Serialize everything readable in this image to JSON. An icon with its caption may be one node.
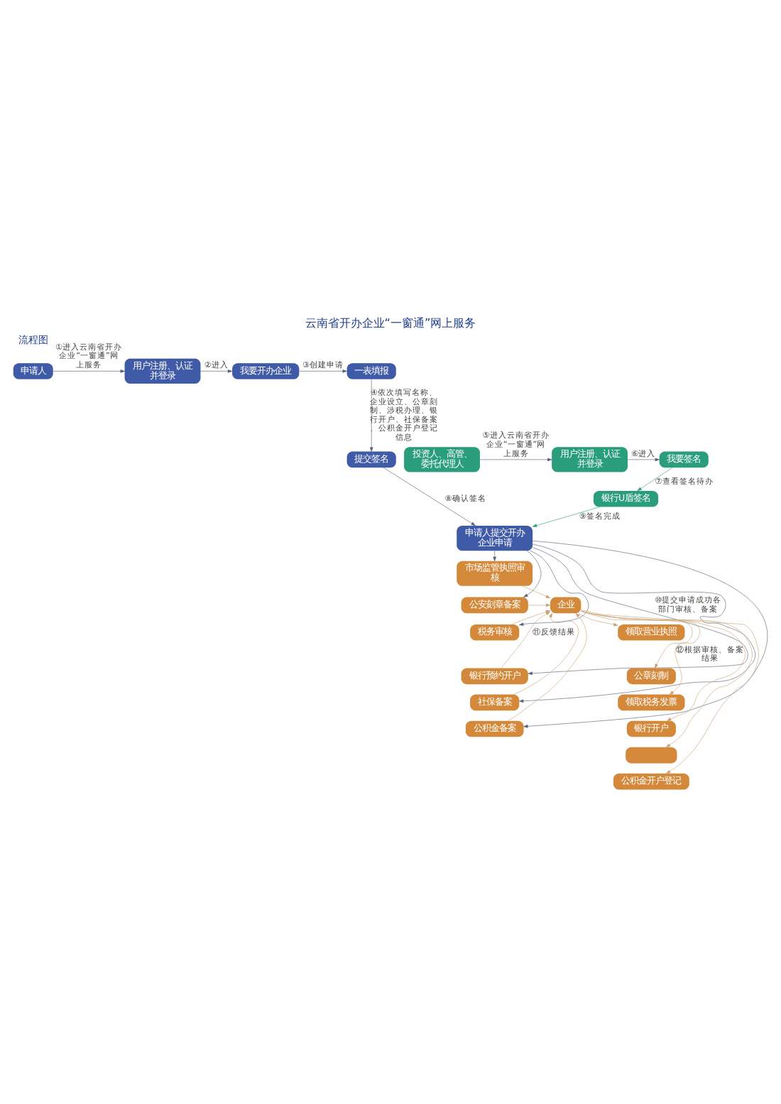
{
  "diagram": {
    "title": "云南省开办企业“一窗通”网上服务",
    "labels": [
      "流程图"
    ],
    "nodes": [
      {
        "text": [
          "申请人"
        ]
      },
      {
        "text": [
          "用户注册、认证并登录"
        ]
      },
      {
        "text": [
          "我要开办企业"
        ]
      },
      {
        "text": [
          "一表填报"
        ]
      },
      {
        "text": [
          "投资人、高管、委托代理人"
        ]
      },
      {
        "text": [
          "用户注册、认证并登录"
        ]
      },
      {
        "text": [
          "我要签名"
        ]
      },
      {
        "text": [
          "提交签名"
        ]
      },
      {
        "text": [
          "银行U盾签名"
        ]
      },
      {
        "text": [
          "申请人提交开办企业申请"
        ]
      },
      {
        "text": [
          "市场监管执照审核"
        ]
      },
      {
        "text": [
          "公安刻章备案"
        ]
      },
      {
        "text": [
          "税务审核"
        ]
      },
      {
        "text": [
          "银行预约开户"
        ]
      },
      {
        "text": [
          "社保备案"
        ]
      },
      {
        "text": [
          "公积金备案"
        ]
      },
      {
        "text": [
          "企业"
        ]
      },
      {
        "text": [
          "领取营业执照"
        ]
      },
      {
        "text": [
          "公章刻制"
        ]
      },
      {
        "text": [
          "领取税务发票"
        ]
      },
      {
        "text": [
          "银行开户"
        ]
      },
      {
        "text": [],
        "shape": "box"
      },
      {
        "text": [
          "公积金开户登记"
        ]
      }
    ],
    "edges": [
      {
        "from": 0,
        "to": 1,
        "arrow": "to",
        "label": "①进入云南省开办企业“一窗通”网上服务"
      },
      {
        "from": 1,
        "to": 2,
        "arrow": "to",
        "label": "②进入"
      },
      {
        "from": 2,
        "to": 3,
        "arrow": "to",
        "label": "③创建申请"
      },
      {
        "from": 3,
        "to": 7,
        "arrow": "to",
        "label": "④依次填写名称、企业设立、公章刻制、涉税办理、银行开户、社保备案、公积金开户登记信息"
      },
      {
        "from": 4,
        "to": 5,
        "arrow": "to",
        "label": "⑤进入云南省开办企业“一窗通”网上服务"
      },
      {
        "from": 5,
        "to": 6,
        "arrow": "to",
        "label": "⑥进入"
      },
      {
        "from": 6,
        "to": 8,
        "arrow": "to",
        "label": "⑦查看签名待办",
        "color": "#2a9d7c"
      },
      {
        "from": 7,
        "to": 9,
        "arrow": "to",
        "label": "⑧确认签名"
      },
      {
        "from": 8,
        "to": 9,
        "arrow": "to",
        "label": "⑨签名完成",
        "color": "#2a9d7c"
      },
      {
        "from": 9,
        "to": 10,
        "arrow": "to"
      },
      {
        "from": 9,
        "to": 11,
        "arrow": "to"
      },
      {
        "from": 9,
        "to": 12,
        "arrow": "to"
      },
      {
        "from": 9,
        "to": 13,
        "arrow": "to",
        "label": "⑩提交申请成功各部门审核、备案"
      },
      {
        "from": 9,
        "to": 14,
        "arrow": "to"
      },
      {
        "from": 9,
        "to": 15,
        "arrow": "to"
      },
      {
        "from": 10,
        "to": 16,
        "arrow": "to",
        "color": "#c9a070"
      },
      {
        "from": 11,
        "to": 16,
        "arrow": "to",
        "color": "#c9a070"
      },
      {
        "from": 12,
        "to": 16,
        "arrow": "to",
        "color": "#c9a070"
      },
      {
        "from": 13,
        "to": 16,
        "arrow": "to",
        "label": "⑪反馈结果",
        "color": "#c9a070"
      },
      {
        "from": 14,
        "to": 16,
        "arrow": "to",
        "color": "#c9a070"
      },
      {
        "from": 15,
        "to": 16,
        "arrow": "to",
        "color": "#c9a070"
      },
      {
        "from": 16,
        "to": 17,
        "arrow": "to",
        "color": "#c9a070"
      },
      {
        "from": 16,
        "to": 18,
        "arrow": "to",
        "color": "#c9a070"
      },
      {
        "from": 16,
        "to": 19,
        "arrow": "to",
        "label": "⑫根据审核、备案结果",
        "color": "#c9a070"
      },
      {
        "from": 16,
        "to": 20,
        "arrow": "to",
        "color": "#c9a070"
      },
      {
        "from": 16,
        "to": 21,
        "arrow": "to",
        "color": "#c9a070"
      },
      {
        "from": 16,
        "to": 22,
        "arrow": "to",
        "color": "#c9a070"
      }
    ]
  }
}
